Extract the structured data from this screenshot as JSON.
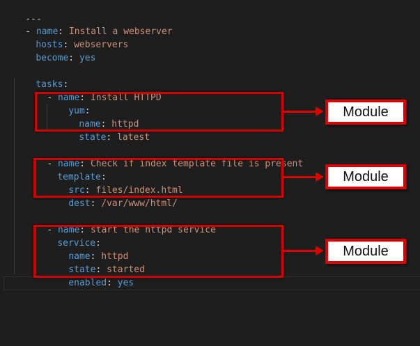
{
  "colors": {
    "background": "#1e1e1e",
    "key": "#569cd6",
    "value": "#ce9178",
    "punctuation": "#d4d4d4",
    "annotation": "#e00000"
  },
  "code": {
    "l0": "---",
    "l1": {
      "dash": "- ",
      "key": "name",
      "sep": ": ",
      "val": "Install a webserver"
    },
    "l2": {
      "key": "hosts",
      "sep": ": ",
      "val": "webservers"
    },
    "l3": {
      "key": "become",
      "sep": ": ",
      "val": "yes"
    },
    "l5": {
      "key": "tasks",
      "sep": ":"
    },
    "l6": {
      "dash": "- ",
      "key": "name",
      "sep": ": ",
      "val": "Install HTTPD"
    },
    "l7": {
      "key": "yum",
      "sep": ":"
    },
    "l8": {
      "key": "name",
      "sep": ": ",
      "val": "httpd"
    },
    "l9": {
      "key": "state",
      "sep": ": ",
      "val": "latest"
    },
    "l11": {
      "dash": "- ",
      "key": "name",
      "sep": ": ",
      "val": "Check if index template file is present"
    },
    "l12": {
      "key": "template",
      "sep": ":"
    },
    "l13": {
      "key": "src",
      "sep": ": ",
      "val": "files/index.html"
    },
    "l14": {
      "key": "dest",
      "sep": ": ",
      "val": "/var/www/html/"
    },
    "l16": {
      "dash": "- ",
      "key": "name",
      "sep": ": ",
      "val": "start the httpd service"
    },
    "l17": {
      "key": "service",
      "sep": ":"
    },
    "l18": {
      "key": "name",
      "sep": ": ",
      "val": "httpd"
    },
    "l19": {
      "key": "state",
      "sep": ": ",
      "val": "started"
    },
    "l20": {
      "key": "enabled",
      "sep": ": ",
      "val": "yes"
    }
  },
  "annotations": {
    "label_1": "Module",
    "label_2": "Module",
    "label_3": "Module"
  }
}
